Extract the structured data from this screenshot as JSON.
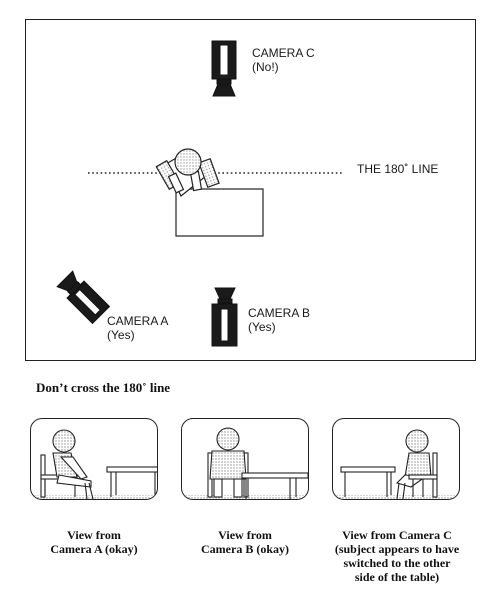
{
  "overhead": {
    "camera_c": {
      "name": "CAMERA C",
      "verdict": "(No!)"
    },
    "camera_a": {
      "name": "CAMERA A",
      "verdict": "(Yes)"
    },
    "camera_b": {
      "name": "CAMERA B",
      "verdict": "(Yes)"
    },
    "line_label": "THE 180˚ LINE"
  },
  "caption": "Don’t cross the 180˚ line",
  "views": [
    {
      "line1": "View from",
      "line2": "Camera A (okay)",
      "line3": "",
      "line4": ""
    },
    {
      "line1": "View from",
      "line2": "Camera B (okay)",
      "line3": "",
      "line4": ""
    },
    {
      "line1": "View from Camera C",
      "line2": "(subject appears to have",
      "line3": "switched to the other",
      "line4": "side of the table)"
    }
  ]
}
